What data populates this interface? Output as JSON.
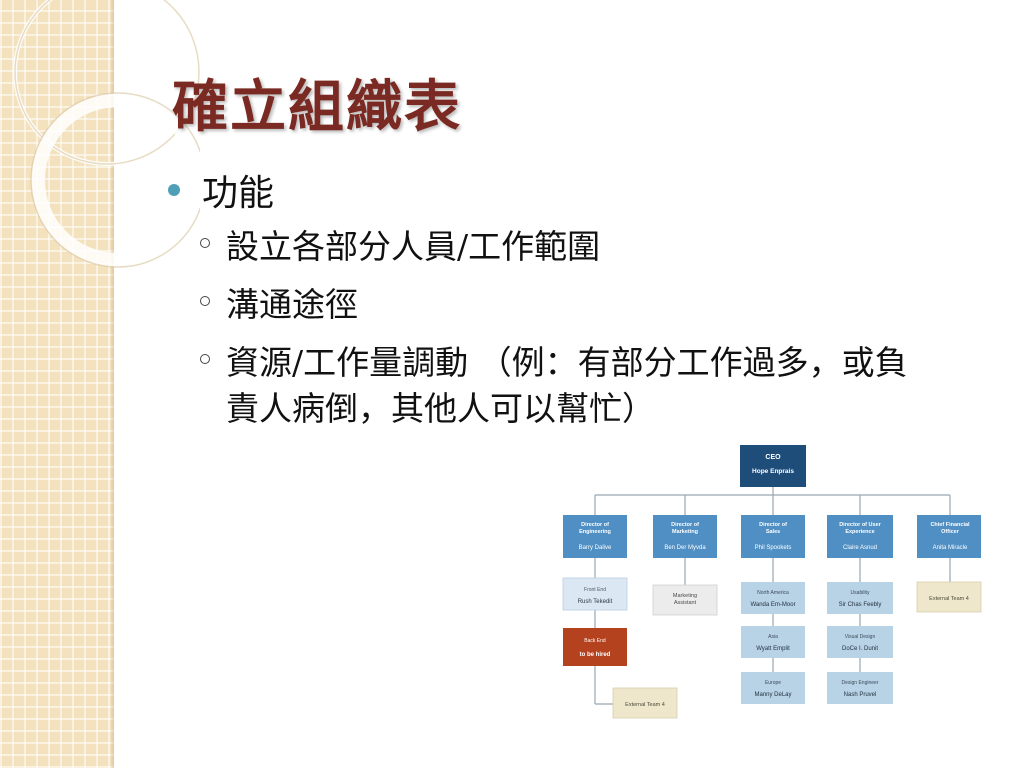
{
  "slide": {
    "title": "確立組織表",
    "level1": "功能",
    "items": [
      "設立各部分人員/工作範圍",
      "溝通途徑",
      "資源/工作量調動 （例：有部分工作過多，或負責人病倒，其他人可以幫忙）"
    ]
  },
  "org_chart": {
    "ceo": {
      "role": "CEO",
      "name": "Hope Enprais"
    },
    "directors": [
      {
        "role": "Director of Engineering",
        "name": "Barry Dalive"
      },
      {
        "role": "Director of Marketing",
        "name": "Ben Der Myvda"
      },
      {
        "role": "Director of Sales",
        "name": "Phil Spookets"
      },
      {
        "role": "Director of User Experience",
        "name": "Claire Asnud"
      },
      {
        "role": "Chief Financial Officer",
        "name": "Anita Miracle"
      }
    ],
    "engineering": [
      {
        "role": "Front End",
        "name": "Rush Tekedit"
      },
      {
        "role": "Back End",
        "name": "to be hired"
      },
      {
        "role": "External Team 4",
        "name": ""
      }
    ],
    "marketing": [
      {
        "role": "Marketing Assistant",
        "name": ""
      }
    ],
    "sales": [
      {
        "role": "North America",
        "name": "Wanda Em-Moor"
      },
      {
        "role": "Asia",
        "name": "Wyatt Emplit"
      },
      {
        "role": "Europe",
        "name": "Manny DeLay"
      }
    ],
    "ux": [
      {
        "role": "Usability",
        "name": "Sir Chas Feebly"
      },
      {
        "role": "Visual Design",
        "name": "DoCe I. Dunit"
      },
      {
        "role": "Design Engineer",
        "name": "Nash Pruvel"
      }
    ],
    "finance": [
      {
        "role": "External Team 4",
        "name": ""
      }
    ]
  },
  "colors": {
    "title": "#7a2a22",
    "bullet": "#4f9fb8",
    "ceo_box": "#1f4d7a",
    "director_box": "#4f8fc4",
    "sales_ux_box": "#b8d2e6",
    "front_end_box": "#dbe8f3",
    "back_end_box": "#b5421f",
    "external_box": "#efe7cc",
    "assistant_box": "#ececec"
  }
}
